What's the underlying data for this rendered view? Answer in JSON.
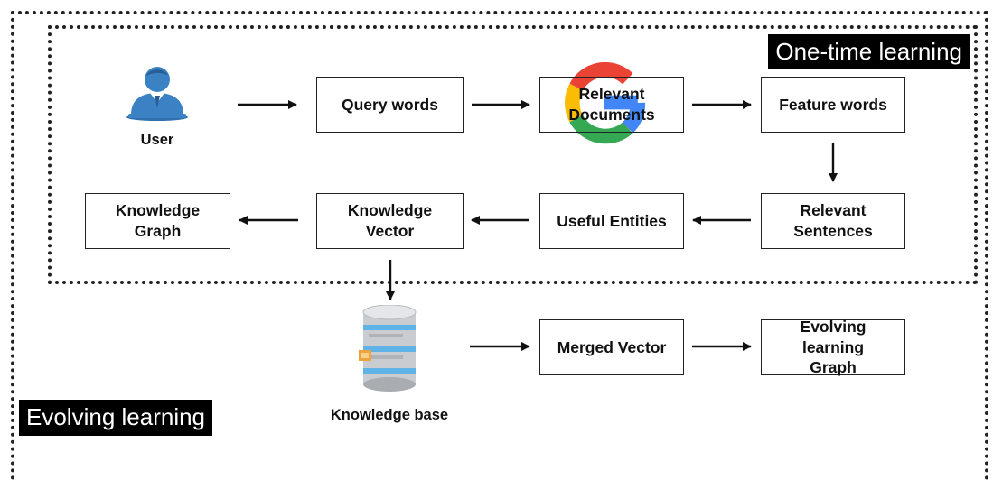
{
  "frames": {
    "one_time_label": "One-time learning",
    "evolving_label": "Evolving learning"
  },
  "nodes": {
    "user": "User",
    "query_words": "Query words",
    "relevant_documents": "Relevant Documents",
    "feature_words": "Feature words",
    "relevant_sentences": "Relevant Sentences",
    "useful_entities": "Useful Entities",
    "knowledge_vector": "Knowledge Vector",
    "knowledge_graph": "Knowledge Graph",
    "knowledge_base": "Knowledge base",
    "merged_vector": "Merged Vector",
    "evolving_learning_graph": "Evolving learning Graph"
  },
  "colors": {
    "user_icon": "#3b82c4",
    "google_blue": "#4285F4",
    "google_red": "#EA4335",
    "google_yellow": "#FBBC05",
    "google_green": "#34A853",
    "db_accent": "#5fb3e6"
  },
  "icons": [
    "user-icon",
    "google-logo-icon",
    "database-icon"
  ]
}
